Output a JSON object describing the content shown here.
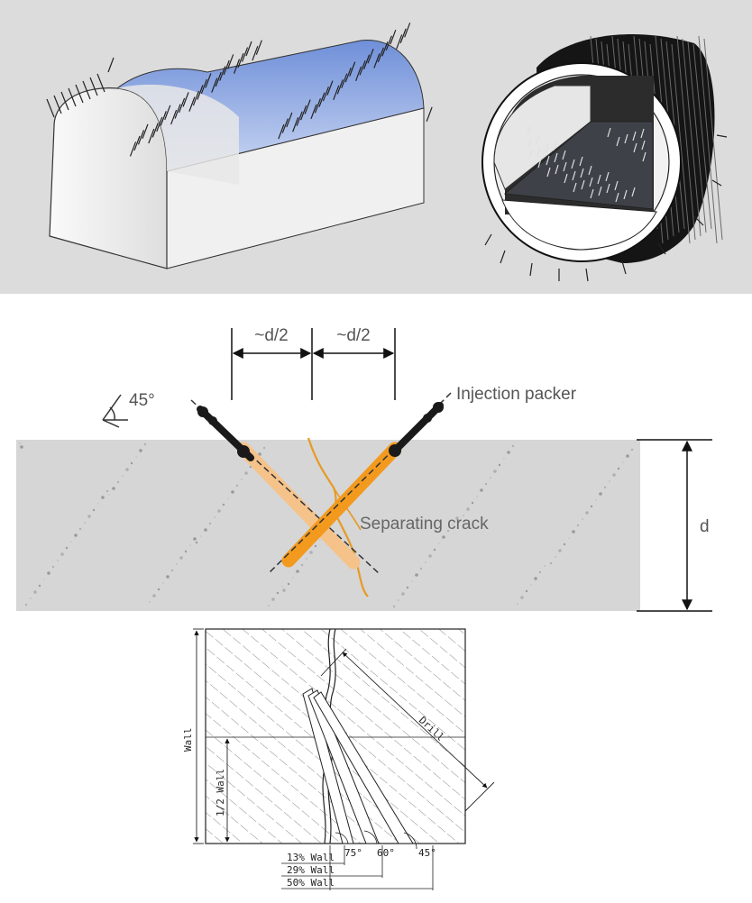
{
  "top": {},
  "injection": {
    "dim_left": "~d/2",
    "dim_right": "~d/2",
    "angle": "45°",
    "packer": "Injection packer",
    "crack": "Separating crack",
    "depth": "d",
    "colors": {
      "drill": "#f39a1e",
      "concrete": "#d7d7d7",
      "crack": "#e79a22"
    }
  },
  "section": {
    "wall": "Wall",
    "half_wall": "1/2 Wall",
    "drill": "Drill",
    "angle_75": "75°",
    "angle_60": "60°",
    "angle_45": "45°",
    "p13": "13% Wall",
    "p29": "29% Wall",
    "p50": "50% Wall"
  }
}
